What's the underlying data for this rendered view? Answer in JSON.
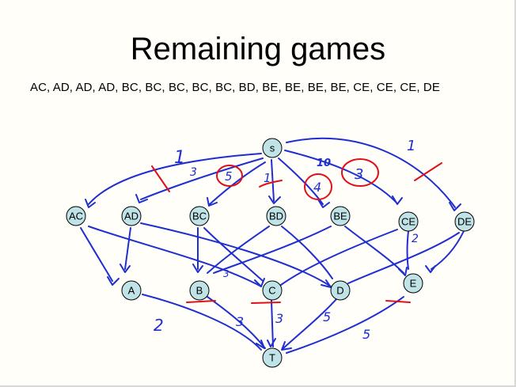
{
  "slide": {
    "title": "Remaining games",
    "games": "AC, AD, AD, AD, BC, BC, BC, BC, BC, BD, BE, BE, BE, BE, CE, CE, CE, DE"
  },
  "nodes": {
    "source": "s",
    "pairs": [
      "AC",
      "AD",
      "BC",
      "BD",
      "BE",
      "CE",
      "DE"
    ],
    "teams": [
      "A",
      "B",
      "C",
      "D",
      "E"
    ],
    "sink": "T"
  },
  "annotations": {
    "cap_s_ac": "1",
    "cap_s_ad": "3",
    "cap_s_bc_circled": "5",
    "cap_s_bd": "1",
    "cap_s_be_circled": "4",
    "cap_s_be_over": "10",
    "cap_s_ce_circled": "3",
    "cap_s_de": "1",
    "cap_ce_e": "2",
    "cap_a_t": "2",
    "cap_b_t": "3",
    "cap_c_t": "3",
    "cap_d_t": "5",
    "cap_e_t": "5",
    "bc_c_mark": "3"
  },
  "colors": {
    "ink": "#1f2ed0",
    "red": "#e0101a",
    "node_fill": "#bfe3e6"
  }
}
